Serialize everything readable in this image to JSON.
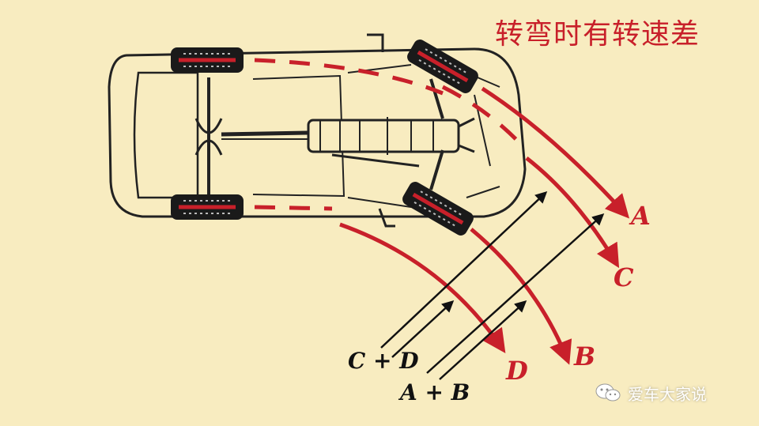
{
  "title": "转弯时有转速差",
  "labels": {
    "A": "A",
    "B": "B",
    "C": "C",
    "D": "D"
  },
  "sums": {
    "cd": "C + D",
    "ab": "A + B"
  },
  "watermark": {
    "icon": "wechat-icon",
    "text": "爱车大家说"
  },
  "colors": {
    "background": "#f8ecc0",
    "track": "#c8202a",
    "line": "#111111"
  }
}
